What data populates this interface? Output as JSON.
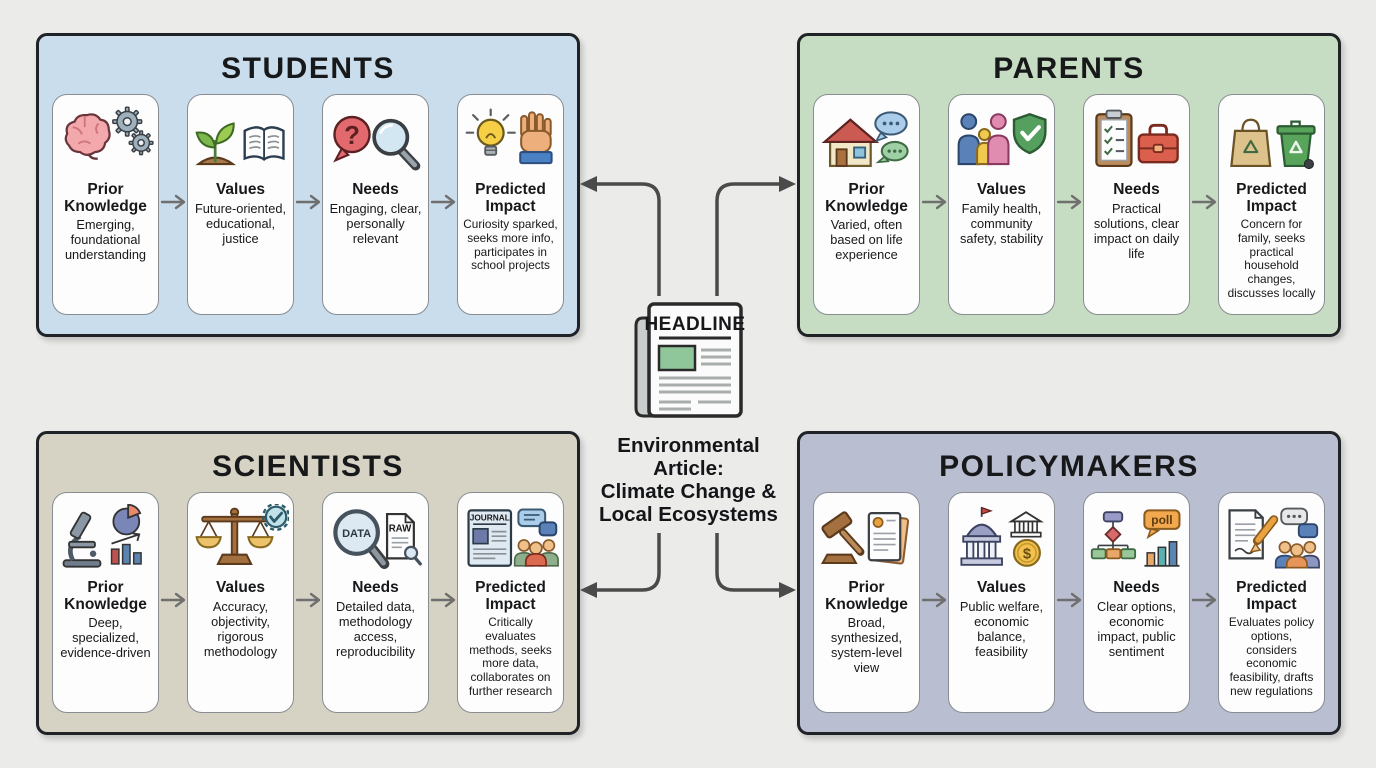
{
  "canvas": {
    "bg": "#ebebe9"
  },
  "connector_color": "#4a4a4a",
  "flow_arrow_color": "#6f6f6f",
  "center": {
    "icon": "newspaper-icon",
    "newspaper_label": "HEADLINE",
    "title_lines": [
      "Environmental",
      "Article:",
      "Climate Change &",
      "Local Ecosystems"
    ]
  },
  "icon_labels": {
    "question": "?",
    "data": "DATA",
    "raw": "RAW",
    "journal": "JOURNAL",
    "poll": "poll",
    "dollar": "$"
  },
  "panels": [
    {
      "id": "students",
      "title": "STUDENTS",
      "bg_color": "#cadded",
      "cards": [
        {
          "title": "Prior Knowledge",
          "text": "Emerging, foundational understanding",
          "icon": "brain-gears-icon"
        },
        {
          "title": "Values",
          "text": "Future-oriented, educational, justice",
          "icon": "sprout-book-icon"
        },
        {
          "title": "Needs",
          "text": "Engaging, clear, personally relevant",
          "icon": "question-magnifier-icon"
        },
        {
          "title": "Predicted Impact",
          "text": "Curiosity sparked, seeks more info, participates in school projects",
          "icon": "lightbulb-hand-icon"
        }
      ]
    },
    {
      "id": "parents",
      "title": "PARENTS",
      "bg_color": "#c7ddc3",
      "cards": [
        {
          "title": "Prior Knowledge",
          "text": "Varied, often based on life experience",
          "icon": "house-bubbles-icon"
        },
        {
          "title": "Values",
          "text": "Family health, community safety, stability",
          "icon": "family-shield-icon"
        },
        {
          "title": "Needs",
          "text": "Practical solutions, clear impact on daily life",
          "icon": "clipboard-toolbox-icon"
        },
        {
          "title": "Predicted Impact",
          "text": "Concern for family, seeks practical household changes, discusses locally",
          "icon": "bag-recycle-bin-icon"
        }
      ]
    },
    {
      "id": "scientists",
      "title": "SCIENTISTS",
      "bg_color": "#d7d3c4",
      "cards": [
        {
          "title": "Prior Knowledge",
          "text": "Deep, specialized, evidence-driven",
          "icon": "microscope-charts-icon"
        },
        {
          "title": "Values",
          "text": "Accuracy, objectivity, rigorous methodology",
          "icon": "scale-badge-icon"
        },
        {
          "title": "Needs",
          "text": "Detailed data, methodology access, reproducibility",
          "icon": "data-magnifier-raw-icon"
        },
        {
          "title": "Predicted Impact",
          "text": "Critically evaluates methods, seeks more data, collaborates on further research",
          "icon": "journal-collab-icon"
        }
      ]
    },
    {
      "id": "policymakers",
      "title": "POLICYMAKERS",
      "bg_color": "#b9bed1",
      "cards": [
        {
          "title": "Prior Knowledge",
          "text": "Broad, synthesized, system-level view",
          "icon": "gavel-documents-icon"
        },
        {
          "title": "Values",
          "text": "Public welfare, economic balance, feasibility",
          "icon": "government-coin-icon"
        },
        {
          "title": "Needs",
          "text": "Clear options, economic impact, public sentiment",
          "icon": "flowchart-poll-icon"
        },
        {
          "title": "Predicted Impact",
          "text": "Evaluates policy options, considers economic feasibility, drafts new regulations",
          "icon": "document-pencil-collab-icon"
        }
      ]
    }
  ]
}
